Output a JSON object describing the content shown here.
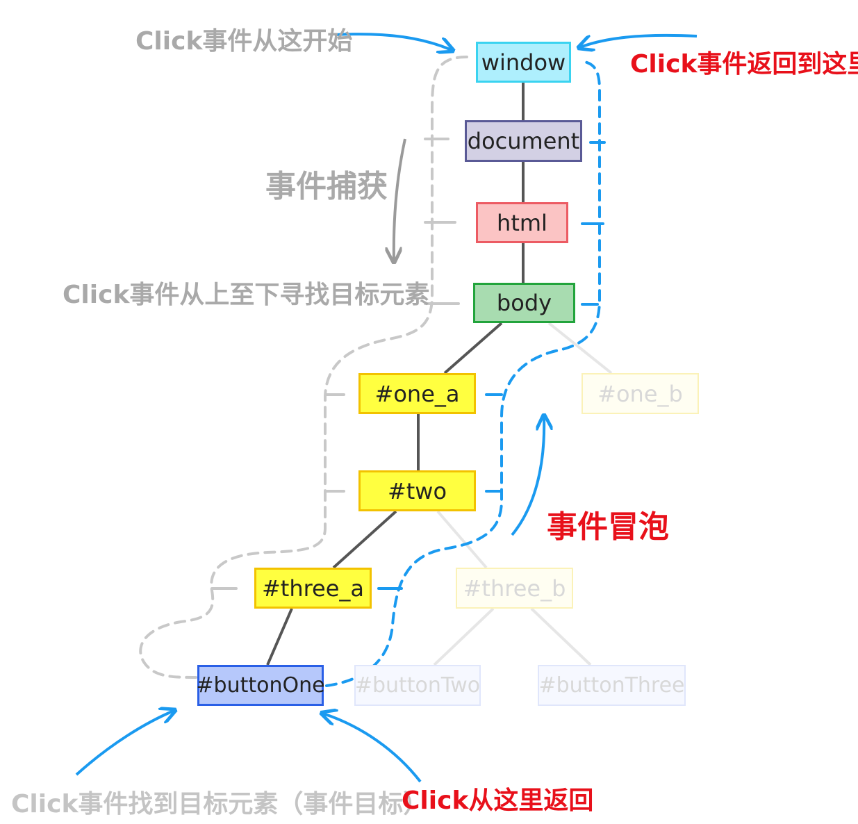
{
  "nodes": {
    "window": "window",
    "document": "document",
    "html": "html",
    "body": "body",
    "one_a": "#one_a",
    "one_b": "#one_b",
    "two": "#two",
    "three_a": "#three_a",
    "three_b": "#three_b",
    "buttonOne": "#buttonOne",
    "buttonTwo": "#buttonTwo",
    "buttonThree": "#buttonThree"
  },
  "annotations": {
    "click_start": "Click事件从这开始",
    "click_return_here": "Click事件返回到这里",
    "capture": "事件捕获",
    "top_down": "Click事件从上至下寻找目标元素",
    "bubble": "事件冒泡",
    "found_target": "Click事件找到目标元素（事件目标）",
    "return_from_here": "Click从这里返回"
  },
  "colors": {
    "capture_path": "#c8c8c8",
    "bubble_path": "#1a9af0",
    "tree_edge": "#555555",
    "accent_red": "#e8101a",
    "window_fill": "#aeeffd",
    "document_fill": "#d3d0e4",
    "html_fill": "#fbc4c4",
    "body_fill": "#a8dcb0",
    "element_fill": "#ffff40",
    "button_fill": "#b6c8fb"
  }
}
